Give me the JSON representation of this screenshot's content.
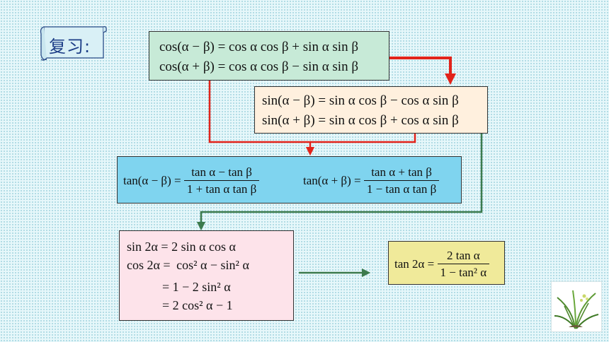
{
  "review_label": "复习:",
  "boxes": {
    "cos": {
      "line1": "cos(α − β) = cos α cos β + sin α sin β",
      "line2": "cos(α + β) =  cos α cos β − sin α sin β"
    },
    "sin": {
      "line1": "sin(α − β) = sin α cos β − cos α sin β",
      "line2": "sin(α + β) = sin α cos β + cos α sin β"
    },
    "tan": {
      "minus_lhs": "tan(α − β) =",
      "minus_num": "tan α − tan β",
      "minus_den": "1 + tan α tan β",
      "plus_lhs": "tan(α + β) =",
      "plus_num": "tan α + tan β",
      "plus_den": "1 − tan α tan β"
    },
    "double": {
      "line1": "sin 2α = 2 sin α cos α",
      "line2_lhs": "cos 2α =",
      "line2_rhs": "cos² α − sin² α",
      "line3": "= 1 − 2 sin² α",
      "line4": "= 2 cos² α − 1"
    },
    "tan2": {
      "lhs": "tan 2α =",
      "num": "2 tan α",
      "den": "1 − tan² α"
    }
  },
  "colors": {
    "page_bg": "#e6f7fa",
    "cos_box": "#c7ead7",
    "sin_box": "#fff0de",
    "tan_box": "#7fd4ef",
    "double_box": "#fde3ea",
    "tan2_box": "#f0ea9a",
    "red_arrow": "#e2231a",
    "green_arrow": "#3c7a4d"
  },
  "plant_icon": "orchid-plant-icon"
}
